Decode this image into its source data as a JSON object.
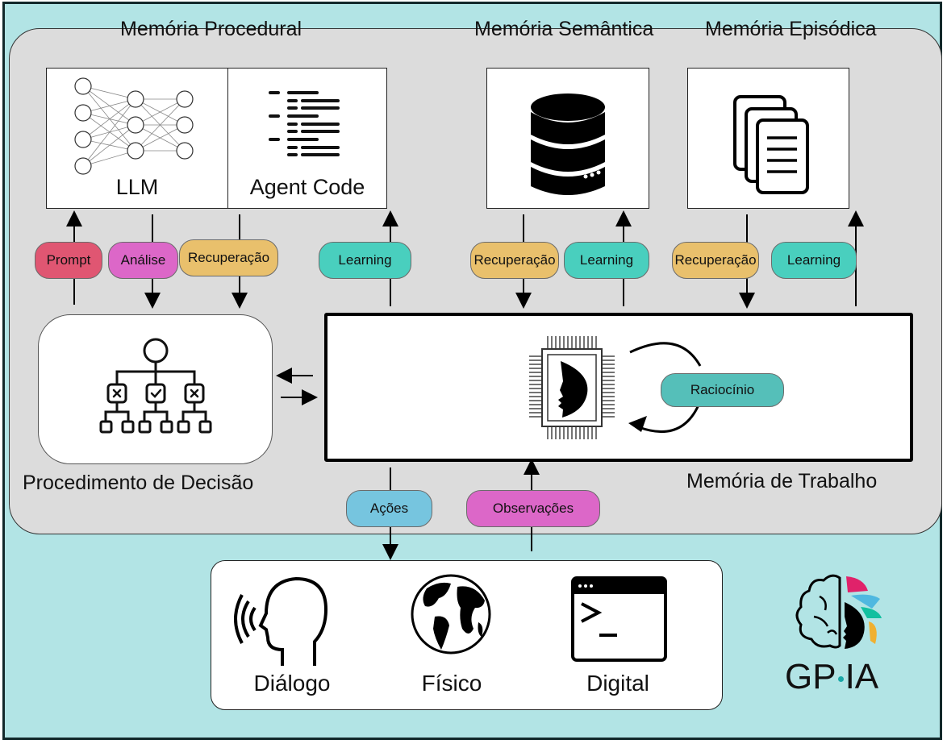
{
  "colors": {
    "background": "#b2e4e5",
    "panel": "#dcdcdc",
    "prompt": "#e05672",
    "analise": "#dc67c8",
    "recuperacao": "#e9c06c",
    "learning": "#49cfbe",
    "raciocinio": "#55bfb9",
    "acoes": "#76c5df",
    "observacoes": "#dc67c8"
  },
  "titles": {
    "procedural": "Memória Procedural",
    "semantica": "Memória Semântica",
    "episodica": "Memória Episódica",
    "decisao": "Procedimento de Decisão",
    "trabalho": "Memória de Trabalho"
  },
  "boxes": {
    "llm": "LLM",
    "agent_code": "Agent Code"
  },
  "pills": {
    "prompt": "Prompt",
    "analise": "Análise",
    "recuperacao_1": "Recuperação",
    "learning_1": "Learning",
    "recuperacao_2": "Recuperação",
    "learning_2": "Learning",
    "recuperacao_3": "Recuperação",
    "learning_3": "Learning",
    "raciocinio": "Raciocínio",
    "acoes": "Ações",
    "observacoes": "Observações"
  },
  "environment": {
    "dialogo": "Diálogo",
    "fisico": "Físico",
    "digital": "Digital"
  },
  "logo": {
    "left": "GP",
    "right": "IA"
  }
}
